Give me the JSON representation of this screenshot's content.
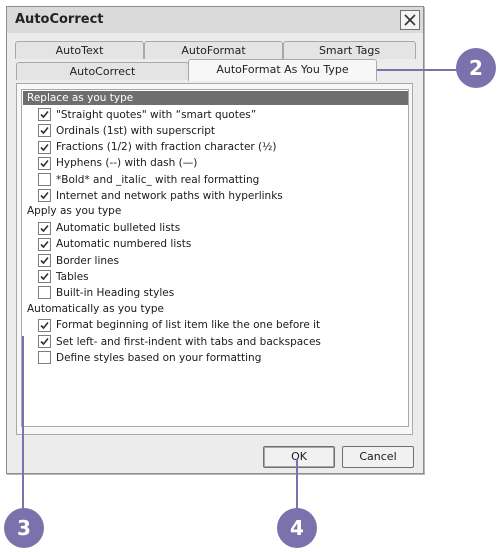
{
  "dialog": {
    "title": "AutoCorrect",
    "tabs_back": [
      "AutoText",
      "AutoFormat",
      "Smart Tags"
    ],
    "tabs_front": [
      "AutoCorrect",
      "AutoFormat As You Type"
    ],
    "active_tab": "AutoFormat As You Type"
  },
  "sections": [
    {
      "header": "Replace as you type",
      "selected": true,
      "options": [
        {
          "label": "\"Straight quotes\" with “smart quotes”",
          "checked": true
        },
        {
          "label": "Ordinals (1st) with superscript",
          "checked": true
        },
        {
          "label": "Fractions (1/2) with fraction character (½)",
          "checked": true
        },
        {
          "label": "Hyphens (--) with dash (—)",
          "checked": true
        },
        {
          "label": "*Bold* and _italic_ with real formatting",
          "checked": false
        },
        {
          "label": "Internet and network paths with hyperlinks",
          "checked": true
        }
      ]
    },
    {
      "header": "Apply as you type",
      "selected": false,
      "options": [
        {
          "label": "Automatic bulleted lists",
          "checked": true
        },
        {
          "label": "Automatic numbered lists",
          "checked": true
        },
        {
          "label": "Border lines",
          "checked": true
        },
        {
          "label": "Tables",
          "checked": true
        },
        {
          "label": "Built-in Heading styles",
          "checked": false
        }
      ]
    },
    {
      "header": "Automatically as you type",
      "selected": false,
      "options": [
        {
          "label": "Format beginning of list item like the one before it",
          "checked": true
        },
        {
          "label": "Set left- and first-indent with tabs and backspaces",
          "checked": true
        },
        {
          "label": "Define styles based on your formatting",
          "checked": false
        }
      ]
    }
  ],
  "buttons": {
    "ok": "OK",
    "cancel": "Cancel"
  },
  "callouts": {
    "tab": "2",
    "indent": "3",
    "ok": "4"
  },
  "colors": {
    "callout": "#7b72ad",
    "selected_header": "#6e6e6e"
  }
}
